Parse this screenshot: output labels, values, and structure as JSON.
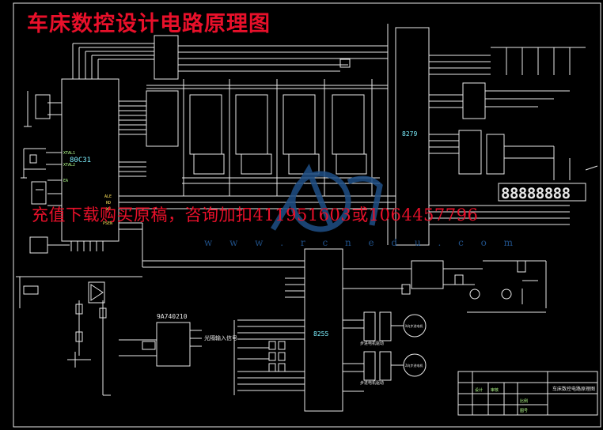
{
  "title": "车床数控设计电路原理图",
  "banner": "充值下载购买原稿，咨询加扣411951603或1064457796",
  "watermark": "w w w . r c n e d u . c o m",
  "colors": {
    "background": "#000000",
    "wire": "#e8e8e8",
    "title": "#e8102a",
    "label_cyan": "#7cf0ff",
    "label_green": "#b4ff8c",
    "label_yellow": "#ffe45a",
    "label_pink": "#ff8fd8",
    "watermark": "#1f4f86"
  },
  "chips": {
    "cpu": "80C31",
    "kbd": "8279",
    "io": "8255",
    "rect": "9A740210"
  },
  "signals": {
    "xtal1": "XTAL1",
    "xtal2": "XTAL2",
    "ale": "ALE",
    "rd": "RD",
    "wr": "WR",
    "psen": "PSEN",
    "ea": "EA"
  },
  "labels": {
    "input_signal": "光隔输入信号",
    "step_x": "X向步进电机",
    "step_z": "Z向步进电机",
    "driver_1": "步进电机驱动",
    "driver_2": "步进电机驱动",
    "seg_display": "88888888",
    "title_block": "车床数控电路原理图"
  },
  "title_block_row": [
    "设计",
    "审核",
    "比例",
    "图号"
  ]
}
